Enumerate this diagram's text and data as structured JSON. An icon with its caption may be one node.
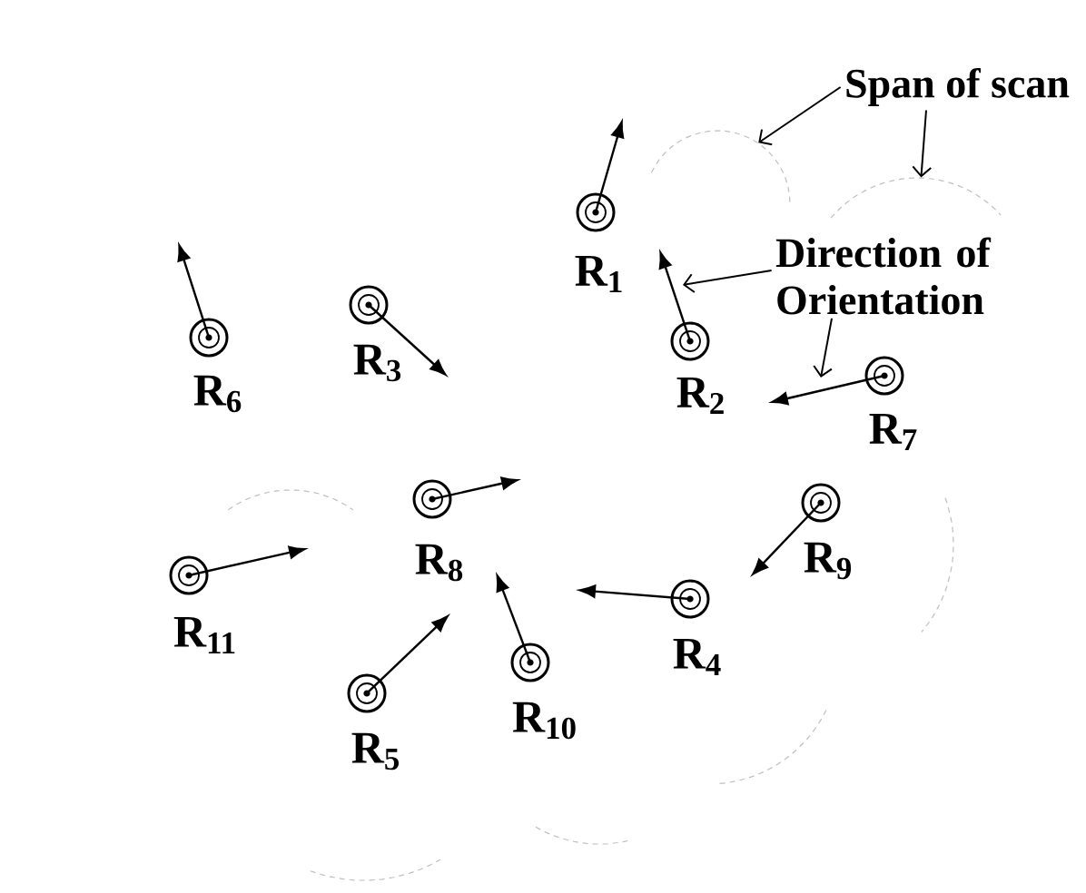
{
  "diagram": {
    "nodes": [
      {
        "text": [
          "R$_{1}$"
        ]
      },
      {
        "text": [
          "R$_{2}$"
        ]
      },
      {
        "text": [
          "R$_{3}$"
        ]
      },
      {
        "text": [
          "R$_{4}$"
        ]
      },
      {
        "text": [
          "R$_{5}$"
        ]
      },
      {
        "text": [
          "R$_{6}$"
        ]
      },
      {
        "text": [
          "R$_{7}$"
        ]
      },
      {
        "text": [
          "R$_{8}$"
        ]
      },
      {
        "text": [
          "R$_{9}$"
        ]
      },
      {
        "text": [
          "R$_{10}$"
        ]
      },
      {
        "text": [
          "R$_{11}$"
        ]
      },
      {
        "text": [
          "Span of scan"
        ]
      },
      {
        "text": [
          "Direction of Orientation"
        ]
      },
      {
        "text": [],
        "shape": "arc"
      },
      {
        "text": [],
        "shape": "arc"
      },
      {
        "text": [],
        "shape": "arc"
      },
      {
        "text": [],
        "shape": "arc"
      },
      {
        "text": [],
        "shape": "arc"
      },
      {
        "text": [],
        "shape": "arc"
      },
      {
        "text": [],
        "shape": "arc"
      }
    ],
    "edges": [
      {
        "from": 11,
        "to": 13,
        "arrow": "to"
      },
      {
        "from": 11,
        "to": 14,
        "arrow": "to"
      },
      {
        "from": 12,
        "to": null,
        "arrow": "to"
      },
      {
        "from": 12,
        "to": null,
        "arrow": "to"
      }
    ]
  }
}
